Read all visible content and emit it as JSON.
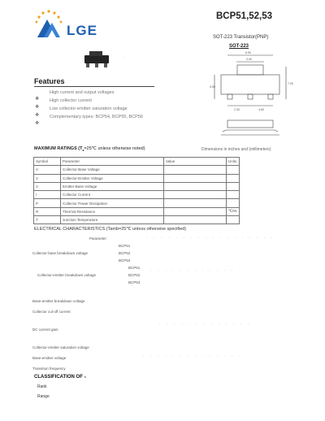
{
  "header": {
    "logo_text": "LGE",
    "part_title": "BCP51,52,53",
    "subtitle": "SOT-223 Transistor(PNP)",
    "package_label": "SOT-223"
  },
  "outline": {
    "dim_top": "6.50",
    "dim_mid": "3.00",
    "dim_left": "3.50",
    "dim_right": "7.00",
    "dim_b1": "2.30",
    "dim_b2": "4.60",
    "dim_note": "Dimensions in inches and (millimeters)"
  },
  "features": {
    "heading": "Features",
    "items": [
      "High current and output voltages",
      "High collector current",
      "Low collector-emitter saturation voltage",
      "Complementary types: BCP54, BCP55, BCP56"
    ]
  },
  "max_ratings": {
    "heading": "MAXIMUM RATINGS (T",
    "heading_rest": "=25℃ unless otherwise noted)",
    "headers": [
      "Symbol",
      "Parameter",
      "Value",
      "Units"
    ],
    "rows": [
      {
        "sym": "V",
        "param": "Collector-Base Voltage",
        "value": "",
        "unit": ""
      },
      {
        "sym": "V",
        "param": "Collector-Emitter Voltage",
        "value": "",
        "unit": ""
      },
      {
        "sym": "V",
        "param": "Emitter-Base Voltage",
        "value": "",
        "unit": ""
      },
      {
        "sym": "I",
        "param": "Collector Current",
        "value": "",
        "unit": ""
      },
      {
        "sym": "P",
        "param": "Collector Power Dissipation",
        "value": "",
        "unit": ""
      },
      {
        "sym": "R",
        "param": "Thermal Resistance",
        "value": "",
        "unit": "℃/W"
      },
      {
        "sym": "T",
        "param": "Junction Temperature",
        "value": "",
        "unit": ""
      }
    ]
  },
  "electrical": {
    "heading": "ELECTRICAL CHARACTERISTICS (Tamb=25℃ unless otherwise specified)",
    "param_col": "Parameter",
    "rows": [
      {
        "label": "Collector-base breakdown voltage",
        "part": "BCP51"
      },
      {
        "label": "",
        "part": "BCP52"
      },
      {
        "label": "",
        "part": "BCP53"
      },
      {
        "label": "Collector-emitter breakdown voltage",
        "part": "BCP51"
      },
      {
        "label": "",
        "part": "BCP52"
      },
      {
        "label": "",
        "part": "BCP53"
      },
      {
        "label": "Base-emitter breakdown voltage",
        "part": ""
      },
      {
        "label": "Collector cut-off current",
        "part": ""
      },
      {
        "label": "DC current gain",
        "part": ""
      },
      {
        "label": "Collector-emitter saturation voltage",
        "part": ""
      },
      {
        "label": "Base-emitter voltage",
        "part": ""
      },
      {
        "label": "Transition frequency",
        "part": ""
      }
    ]
  },
  "classification": {
    "heading": "CLASSIFICATION OF",
    "sub": "h",
    "rank_label": "Rank",
    "range_label": "Range"
  }
}
